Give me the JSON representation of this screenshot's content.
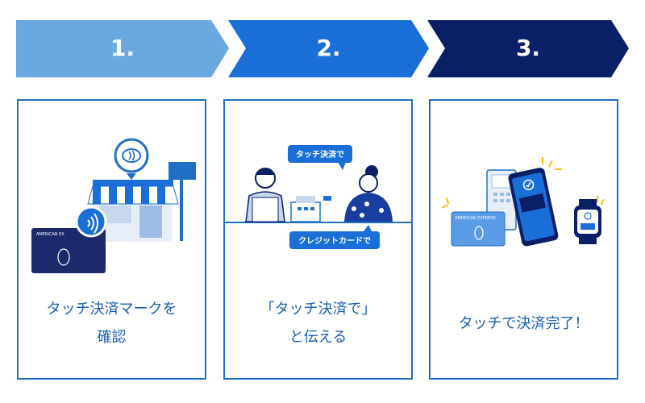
{
  "colors": {
    "step1": "#6aa8e0",
    "step2": "#1a6ed8",
    "step3": "#0a1f66",
    "border": "#1f6fc4",
    "text": "#1b5eb3"
  },
  "steps": [
    {
      "number": "1.",
      "caption_line1": "タッチ決済マークを",
      "caption_line2": "確認",
      "card_brand": "AMERICAN EX",
      "contactless_icon": "contactless-icon"
    },
    {
      "number": "2.",
      "caption_line1": "「タッチ決済で」",
      "caption_line2": "と伝える",
      "bubble_top": "タッチ決済で",
      "bubble_bottom": "クレジットカードで"
    },
    {
      "number": "3.",
      "caption_line1": "タッチで決済完了！",
      "card_brand": "AMERICAN EXPRESS",
      "check_icon": "check-circle-icon"
    }
  ]
}
